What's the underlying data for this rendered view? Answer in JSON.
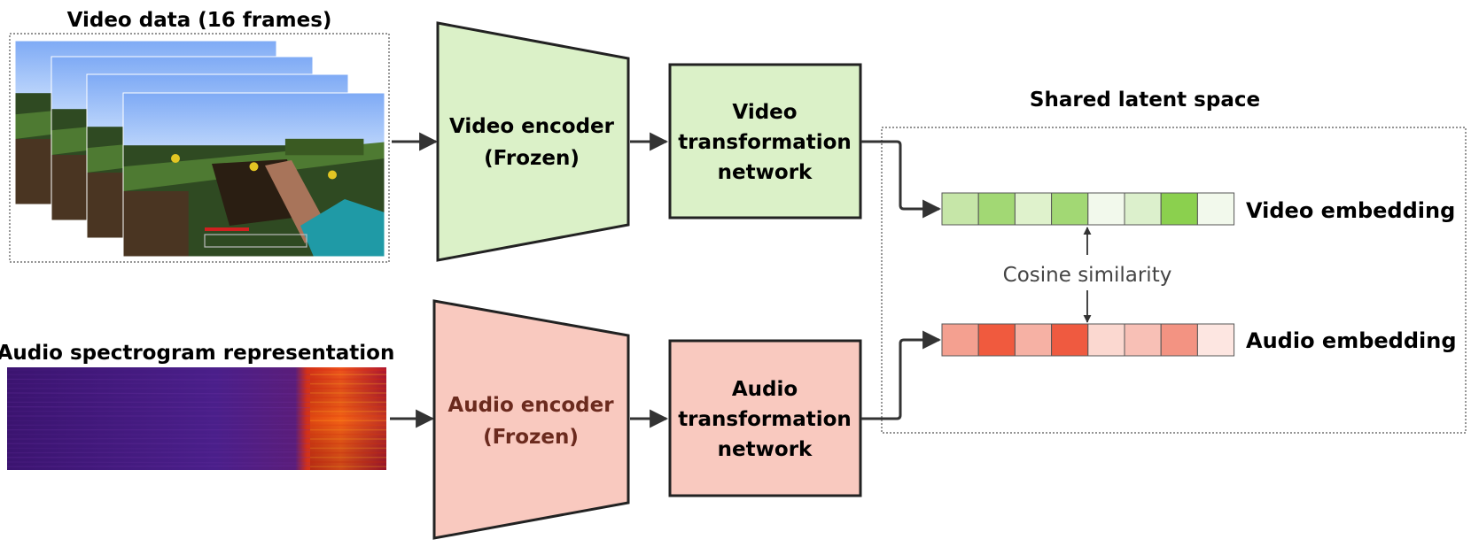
{
  "video_input": {
    "title": "Video data (16 frames)"
  },
  "audio_input": {
    "title": "Audio spectrogram representation"
  },
  "video_encoder": {
    "line1": "Video encoder",
    "line2": "(Frozen)"
  },
  "audio_encoder": {
    "line1": "Audio encoder",
    "line2": "(Frozen)"
  },
  "video_transform": {
    "line1": "Video",
    "line2": "transformation",
    "line3": "network"
  },
  "audio_transform": {
    "line1": "Audio",
    "line2": "transformation",
    "line3": "network"
  },
  "latent": {
    "title": "Shared latent space",
    "similarity": "Cosine similarity"
  },
  "video_embedding": {
    "label": "Video embedding",
    "cells": [
      "#c6e6a8",
      "#a2d874",
      "#dff2cc",
      "#a2d874",
      "#f2f9ec",
      "#dcf0cc",
      "#8bd04e",
      "#f2f9ec"
    ]
  },
  "audio_embedding": {
    "label": "Audio embedding",
    "cells": [
      "#f4a090",
      "#f05a3e",
      "#f6b1a4",
      "#ef5a40",
      "#fbd8d0",
      "#f8c0b6",
      "#f39382",
      "#fde6e1"
    ]
  },
  "colors": {
    "green_fill": "#dbf1c8",
    "red_fill": "#f9c9bf",
    "stroke": "#222222",
    "audio_encoder_text": "#6b2a1e"
  }
}
